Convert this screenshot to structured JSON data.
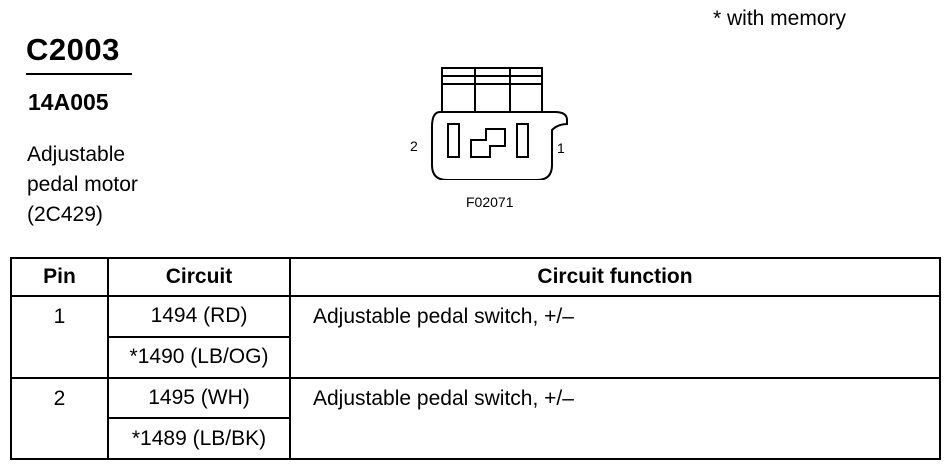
{
  "note": "* with memory",
  "connector": {
    "id": "C2003",
    "part_number": "14A005",
    "description_lines": [
      "Adjustable",
      "pedal motor",
      "(2C429)"
    ]
  },
  "diagram": {
    "pin_left": "2",
    "pin_right": "1",
    "figure_id": "F02071"
  },
  "table": {
    "headers": {
      "pin": "Pin",
      "circuit": "Circuit",
      "function": "Circuit function"
    },
    "rows": [
      {
        "pin": "1",
        "circuits": [
          "1494 (RD)",
          "*1490 (LB/OG)"
        ],
        "function": "Adjustable pedal switch, +/–"
      },
      {
        "pin": "2",
        "circuits": [
          "1495 (WH)",
          "*1489 (LB/BK)"
        ],
        "function": "Adjustable pedal switch, +/–"
      }
    ]
  }
}
